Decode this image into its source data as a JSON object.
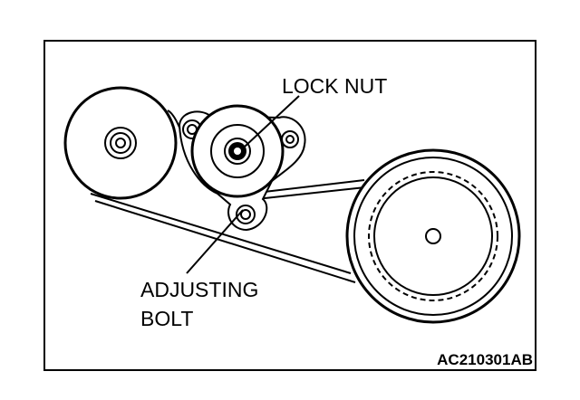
{
  "labels": {
    "lock_nut": "LOCK NUT",
    "adjusting_bolt_line1": "ADJUSTING",
    "adjusting_bolt_line2": "BOLT"
  },
  "reference_code": "AC210301AB"
}
